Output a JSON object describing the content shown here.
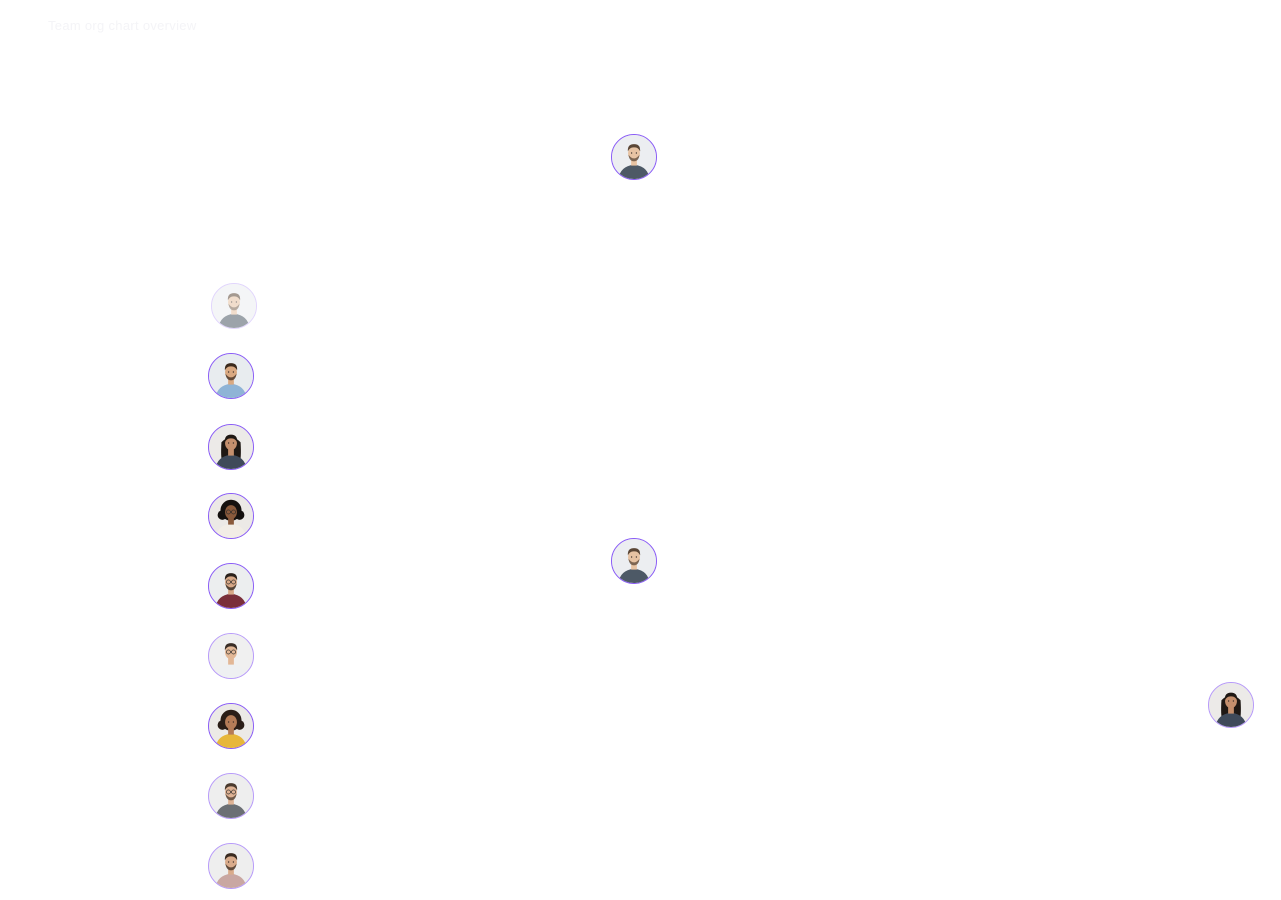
{
  "page": {
    "title": "Team org chart overview"
  },
  "avatars": [
    {
      "id": "manager-top",
      "skin": "#e7c3a3",
      "hair": "#5a4636",
      "shirt": "#4d5966",
      "bg": "#eceef1",
      "hair_style": "short",
      "glasses": false,
      "beard": true,
      "state": "normal"
    },
    {
      "id": "manager-ghost",
      "skin": "#e7c3a3",
      "hair": "#5a4636",
      "shirt": "#4d5966",
      "bg": "#eceef1",
      "hair_style": "short",
      "glasses": false,
      "beard": true,
      "state": "faded"
    },
    {
      "id": "member-1",
      "skin": "#d9a982",
      "hair": "#3b2a1d",
      "shirt": "#8fb4d6",
      "bg": "#e8ecef",
      "hair_style": "short",
      "glasses": false,
      "beard": true,
      "state": "normal"
    },
    {
      "id": "member-2",
      "skin": "#c58f6d",
      "hair": "#1f1814",
      "shirt": "#3f4a5a",
      "bg": "#eceae8",
      "hair_style": "long",
      "glasses": false,
      "beard": false,
      "state": "normal"
    },
    {
      "id": "member-3",
      "skin": "#8a5a3c",
      "hair": "#15110f",
      "shirt": "#f2ede6",
      "bg": "#ece9e6",
      "hair_style": "curly",
      "glasses": true,
      "beard": false,
      "state": "normal"
    },
    {
      "id": "member-4",
      "skin": "#d7a887",
      "hair": "#2a211b",
      "shirt": "#7a2f3a",
      "bg": "#eceeef",
      "hair_style": "short",
      "glasses": true,
      "beard": true,
      "state": "normal"
    },
    {
      "id": "member-5",
      "skin": "#e2b796",
      "hair": "#3a2e26",
      "shirt": "#eef0f2",
      "bg": "#f0f0f0",
      "hair_style": "short",
      "glasses": true,
      "beard": false,
      "state": "soft"
    },
    {
      "id": "member-6",
      "skin": "#b57c57",
      "hair": "#2b1e17",
      "shirt": "#e7b73a",
      "bg": "#eceae6",
      "hair_style": "curly",
      "glasses": false,
      "beard": false,
      "state": "normal"
    },
    {
      "id": "member-7",
      "skin": "#deb294",
      "hair": "#4a3a2e",
      "shirt": "#6b6f74",
      "bg": "#eeeeee",
      "hair_style": "short",
      "glasses": true,
      "beard": true,
      "state": "soft"
    },
    {
      "id": "member-8",
      "skin": "#d9ab8b",
      "hair": "#3a2b20",
      "shirt": "#c9a7a2",
      "bg": "#eeeeee",
      "hair_style": "short",
      "glasses": false,
      "beard": true,
      "state": "soft"
    },
    {
      "id": "manager-middle",
      "skin": "#e7c3a3",
      "hair": "#5a4636",
      "shirt": "#4d5966",
      "bg": "#eceef1",
      "hair_style": "short",
      "glasses": false,
      "beard": true,
      "state": "normal"
    },
    {
      "id": "member-far-right",
      "skin": "#c58f6d",
      "hair": "#1f1814",
      "shirt": "#3f4a5a",
      "bg": "#eceae8",
      "hair_style": "long",
      "glasses": false,
      "beard": false,
      "state": "soft"
    }
  ],
  "colors": {
    "ring": "#8a5cf6",
    "background": "#ffffff"
  }
}
